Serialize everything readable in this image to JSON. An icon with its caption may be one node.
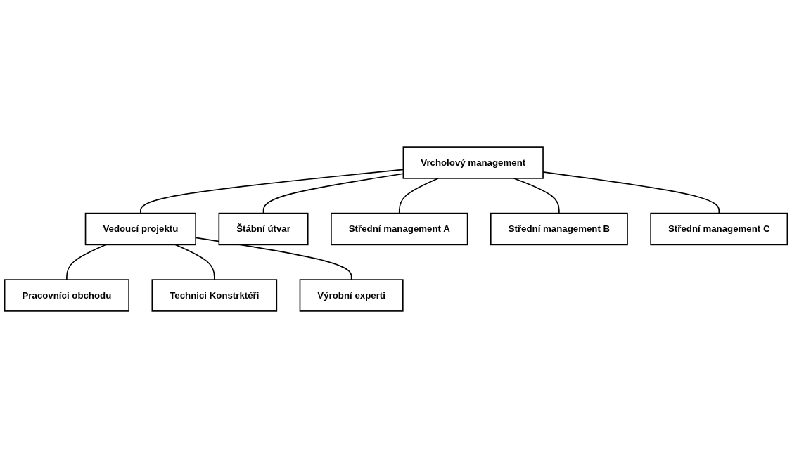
{
  "diagram": {
    "nodes": [
      {
        "text": [
          "Vrcholový management"
        ]
      },
      {
        "text": [
          "Vedoucí projektu"
        ]
      },
      {
        "text": [
          "Štábní útvar"
        ]
      },
      {
        "text": [
          "Střední management A"
        ]
      },
      {
        "text": [
          "Střední management B"
        ]
      },
      {
        "text": [
          "Střední management C"
        ]
      },
      {
        "text": [
          "Pracovníci obchodu"
        ]
      },
      {
        "text": [
          "Technici Konstrktéři"
        ]
      },
      {
        "text": [
          "Výrobní experti"
        ]
      }
    ],
    "edges": [
      {
        "from": 0,
        "to": 1,
        "arrow": "none"
      },
      {
        "from": 0,
        "to": 2,
        "arrow": "none"
      },
      {
        "from": 0,
        "to": 3,
        "arrow": "none"
      },
      {
        "from": 0,
        "to": 4,
        "arrow": "none"
      },
      {
        "from": 0,
        "to": 5,
        "arrow": "none"
      },
      {
        "from": 1,
        "to": 6,
        "arrow": "none"
      },
      {
        "from": 1,
        "to": 7,
        "arrow": "none"
      },
      {
        "from": 1,
        "to": 8,
        "arrow": "none"
      }
    ]
  }
}
